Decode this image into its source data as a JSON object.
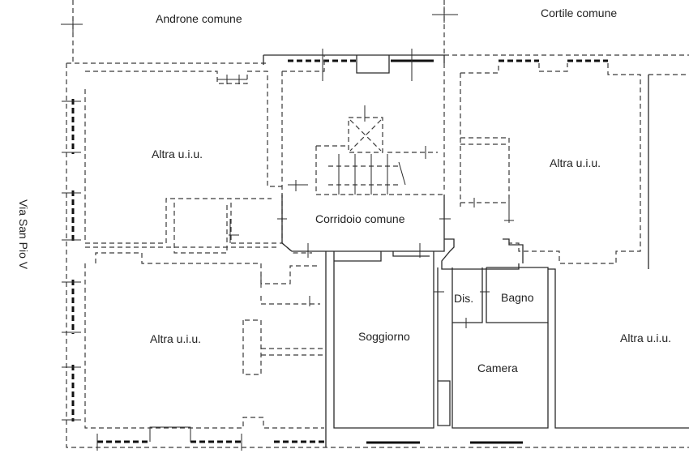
{
  "plan": {
    "labels": {
      "androne": "Androne comune",
      "cortile": "Cortile comune",
      "via": "Via San Pio V",
      "altra_nw": "Altra u.i.u.",
      "altra_sw": "Altra u.i.u.",
      "altra_ne": "Altra u.i.u.",
      "altra_se": "Altra u.i.u.",
      "corridoio": "Corridoio comune",
      "dis": "Dis.",
      "bagno": "Bagno",
      "soggiorno": "Soggiorno",
      "camera": "Camera"
    }
  }
}
